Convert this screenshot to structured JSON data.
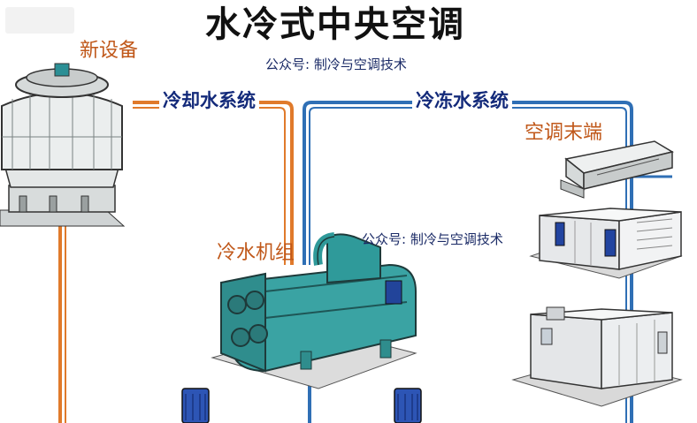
{
  "title": "水冷式中央空调",
  "subtitle_top": "公众号: 制冷与空调技术",
  "subtitle_mid": "公众号: 制冷与空调技术",
  "labels": {
    "new_equipment": "新设备",
    "cooling_water_system": "冷却水系统",
    "chilled_water_system": "冷冻水系统",
    "terminal": "空调末端",
    "chiller": "冷水机组"
  },
  "colors": {
    "cooling_pipe": "#e07a2b",
    "chilled_pipe": "#2f6fb5",
    "label_orange": "#c0581a",
    "label_blue": "#132a7a",
    "chiller_body": "#3aa3a3",
    "tower_body": "#ebeeee"
  }
}
